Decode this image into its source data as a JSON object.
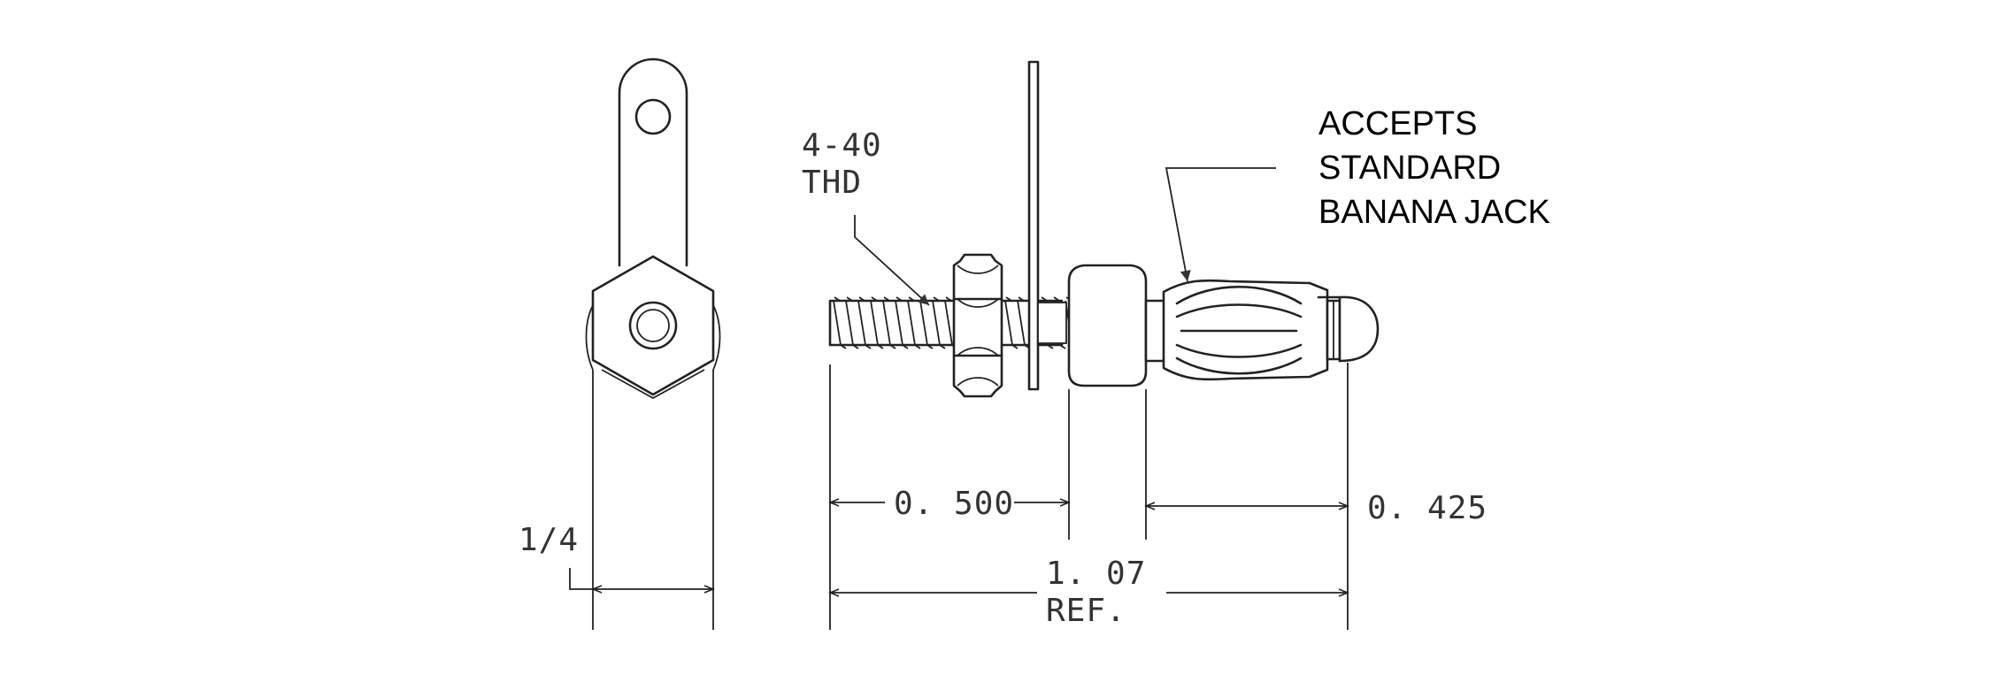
{
  "callouts": {
    "thread_line1": "4-40",
    "thread_line2": "THD",
    "note_line1": "ACCEPTS",
    "note_line2": "STANDARD",
    "note_line3": "BANANA JACK"
  },
  "dimensions": {
    "width_quarter": "1/4",
    "thread_length": "0. 500",
    "tip_length": "0. 425",
    "overall_length_line1": "1. 07",
    "overall_length_line2": "REF."
  }
}
